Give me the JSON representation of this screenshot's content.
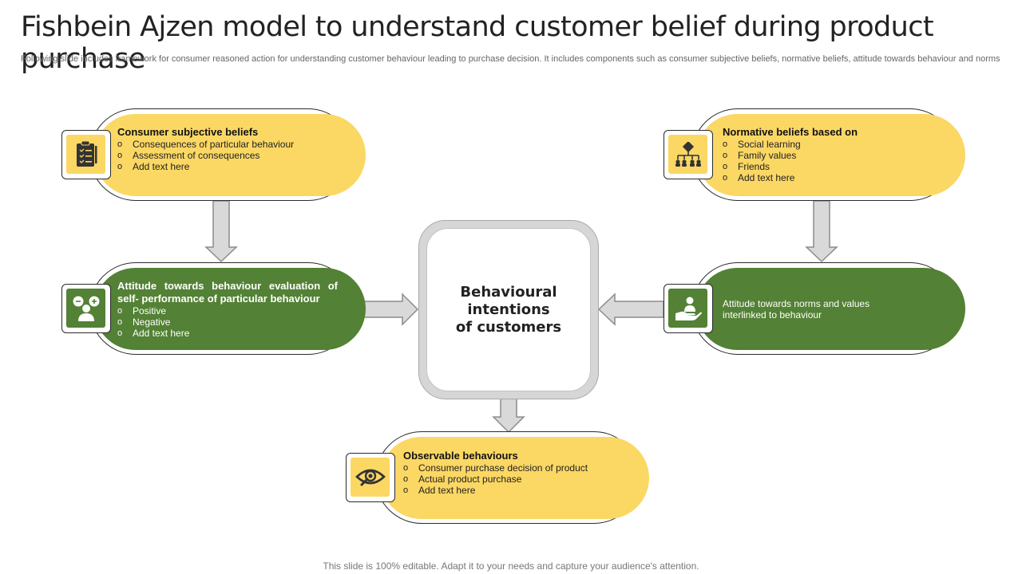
{
  "title": "Fishbein Ajzen model to understand customer belief during product purchase",
  "subtitle": "Following slide includes framework for consumer reasoned action for understanding customer behaviour leading to purchase decision. It includes components such as consumer subjective beliefs, normative beliefs, attitude towards behaviour and norms",
  "center": {
    "label_line1": "Behavioural",
    "label_line2": "intentions",
    "label_line3": "of customers"
  },
  "boxes": {
    "subjective": {
      "heading": "Consumer  subjective beliefs",
      "items": [
        "Consequences  of particular behaviour",
        "Assessment of consequences",
        "Add text here"
      ],
      "icon": "clipboard-checklist-icon"
    },
    "normative": {
      "heading": "Normative  beliefs based on",
      "items": [
        "Social learning",
        "Family values",
        "Friends",
        "Add text here"
      ],
      "icon": "hierarchy-icon"
    },
    "attitude_behaviour": {
      "heading": "Attitude towards behaviour  evaluation of self- performance  of particular behaviour",
      "items": [
        "Positive",
        "Negative",
        "Add text here"
      ],
      "icon": "person-feedback-icon"
    },
    "attitude_norms": {
      "text": "Attitude towards norms and values interlinked to behaviour",
      "icon": "hand-person-icon"
    },
    "observable": {
      "heading": "Observable behaviours",
      "items": [
        "Consumer purchase decision of product",
        "Actual product purchase",
        "Add text here"
      ],
      "icon": "eye-search-icon"
    }
  },
  "colors": {
    "yellow": "#fbd764",
    "green": "#538135",
    "arrow_fill": "#d9d9d9",
    "arrow_stroke": "#8c8c8c"
  },
  "footer": "This slide is 100% editable. Adapt it to your needs and capture your audience's attention."
}
